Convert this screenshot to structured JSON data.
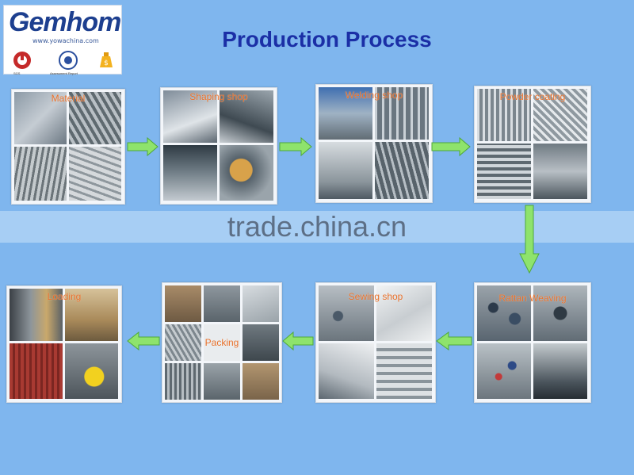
{
  "brand": {
    "name": "Gemhom",
    "url": "www.yowachina.com",
    "cert_labels": [
      "SGS",
      "Assessment Report"
    ],
    "colors": {
      "brand_text": "#1d3f8f",
      "title": "#1b2fa6",
      "label": "#e8702a",
      "arrow": "#8ee36c",
      "background": "#7fb6ee"
    }
  },
  "title": "Production Process",
  "watermark": "trade.china.cn",
  "steps": [
    {
      "label": "Material"
    },
    {
      "label": "Shaping shop"
    },
    {
      "label": "Welding shop"
    },
    {
      "label": "Powder coating"
    },
    {
      "label": "Rattan Weaving"
    },
    {
      "label": "Sewing shop"
    },
    {
      "label": "Packing"
    },
    {
      "label": "Loading"
    }
  ],
  "icons": {
    "arrow_right": "arrow-right-icon",
    "arrow_down": "arrow-down-icon",
    "arrow_left": "arrow-left-icon"
  }
}
